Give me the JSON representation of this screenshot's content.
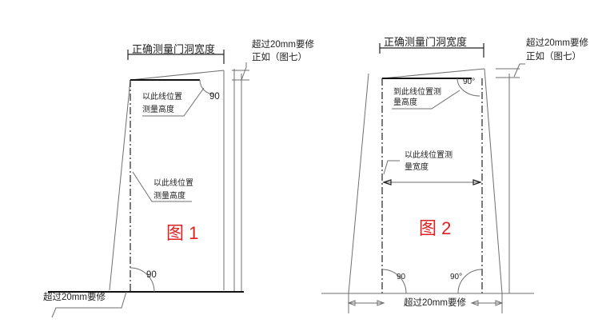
{
  "fig1": {
    "top_label": "正确测量门洞宽度",
    "right_note_line1": "超过20mm要修",
    "right_note_line2": "正如（图七）",
    "height_note_line1": "以此线位置",
    "height_note_line2": "测量高度",
    "mid_note_line1": "以此线位置",
    "mid_note_line2": "测量高度",
    "angle_top": "90",
    "angle_bottom": "90",
    "fig_label": "图 1",
    "bottom_note": "超过20mm要修"
  },
  "fig2": {
    "top_label": "正确测量门洞宽度",
    "right_note_line1": "超过20mm要修",
    "right_note_line2": "正如（图七）",
    "height_note_line1": "到此线位置测",
    "height_note_line2": "量高度",
    "width_note_line1": "以此线位置测",
    "width_note_line2": "量宽度",
    "angle_top": "90°",
    "angle_bottom_left": "90",
    "angle_bottom_right": "90°",
    "fig_label": "图 2",
    "bottom_note": "超过20mm要修"
  }
}
